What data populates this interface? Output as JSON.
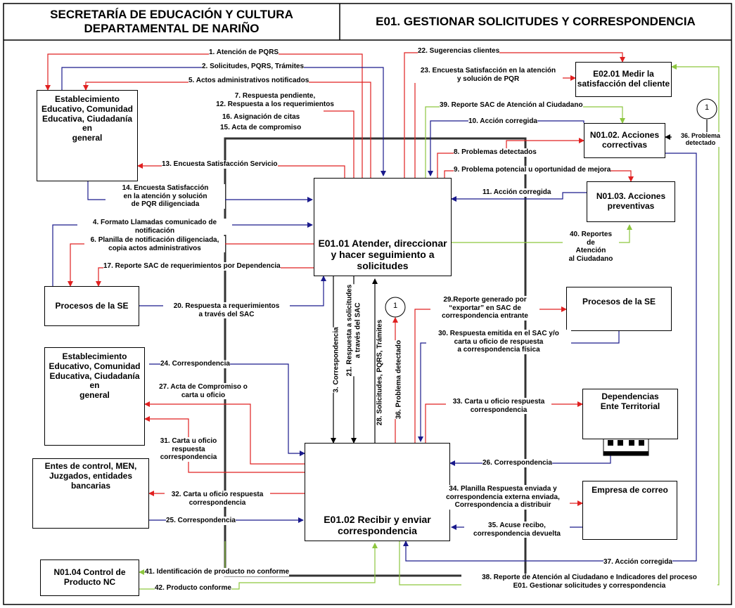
{
  "header": {
    "left": "SECRETARÍA DE EDUCACIÓN Y CULTURA\nDEPARTAMENTAL DE NARIÑO",
    "right": "E01. GESTIONAR SOLICITUDES Y CORRESPONDENCIA"
  },
  "colors": {
    "red": "#e02020",
    "blue": "#1a1a8c",
    "green": "#8dc63f",
    "black": "#000000"
  },
  "nodes": {
    "establecimiento_top": "Establecimiento\nEducativo, Comunidad\nEducativa, Ciudadanía en\ngeneral",
    "procesos_se_left": "Procesos de la SE",
    "establecimiento_mid": "Establecimiento\nEducativo, Comunidad\nEducativa, Ciudadanía en\ngeneral",
    "entes_control": "Entes de control, MEN,\nJuzgados, entidades\nbancarias",
    "n0104": "N01.04 Control de\nProducto NC",
    "e0101": "E01.01 Atender, direccionar\ny hacer seguimiento a\nsolicitudes",
    "e0102": "E01.02 Recibir y enviar\ncorrespondencia",
    "e0201": "E02.01 Medir la\nsatisfacción del cliente",
    "n0102": "N01.02. Acciones\ncorrectivas",
    "n0103": "N01.03. Acciones\npreventivas",
    "procesos_se_right": "Procesos de la SE",
    "dependencias": "Dependencias\nEnte Territorial",
    "empresa_correo": "Empresa de correo",
    "connector_1": "1"
  },
  "labels": {
    "l1": "1. Atención de PQRS",
    "l2": "2. Solicitudes, PQRS, Trámites",
    "l5": "5. Actos administrativos notificados",
    "l7": "7. Respuesta pendiente,\n12. Respuesta a los requerimientos",
    "l16": "16. Asignación de citas",
    "l15": "15. Acta de compromiso",
    "l13": "13. Encuesta Satisfacción Servicio",
    "l14": "14. Encuesta Satisfacción\nen la atención y solución\nde PQR diligenciada",
    "l4": "4. Formato Llamadas comunicado de\nnotificación",
    "l6": "6. Planilla de notificación diligenciada,\ncopia actos administrativos",
    "l17": "17. Reporte SAC de requerimientos por Dependencia",
    "l20": "20. Respuesta a requerimientos\na través del SAC",
    "l22": "22. Sugerencias clientes",
    "l23": "23. Encuesta Satisfacción en la atención\ny solución de PQR",
    "l39": "39. Reporte SAC de Atención al Ciudadano",
    "l10": "10. Acción corregida",
    "l8": "8. Problemas detectados",
    "l9": "9. Problema potencial u oportunidad de mejora",
    "l11": "11. Acción corregida",
    "l40": "40. Reportes\nde\nAtención\nal Ciudadano",
    "l36top": "36. Problema\ndetectado",
    "l3": "3. Correspondencia",
    "l21": "21. Respuesta a solicitudes\na través del SAC",
    "l28": "28. Solicitudes, PQRS, Trámites",
    "l36": "36. Problema detectado",
    "l29": "29.Reporte generado por\n“exportar” en SAC de\ncorrespondencia entrante",
    "l30": "30. Respuesta emitida en el SAC y/o\ncarta u oficio de respuesta\na correspondencia física",
    "l24": "24. Correspondencia",
    "l27": "27. Acta de Compromiso o\ncarta u oficio",
    "l31": "31. Carta u oficio\nrespuesta\ncorrespondencia",
    "l33": "33. Carta u oficio respuesta\ncorrespondencia",
    "l26": "26. Correspondencia",
    "l32": "32. Carta u oficio respuesta\ncorrespondencia",
    "l25": "25. Correspondencia",
    "l34": "34. Planilla Respuesta enviada y\ncorrespondencia externa enviada,\nCorrespondencia a distribuir",
    "l35": "35. Acuse recibo,\ncorrespondencia devuelta",
    "l37": "37. Acción corregida",
    "l41": "41. Identificación de producto no conforme",
    "l42": "42. Producto conforme",
    "l38": "38. Reporte de Atención al Ciudadano e Indicadores del proceso\nE01.  Gestionar solicitudes y correspondencia"
  }
}
